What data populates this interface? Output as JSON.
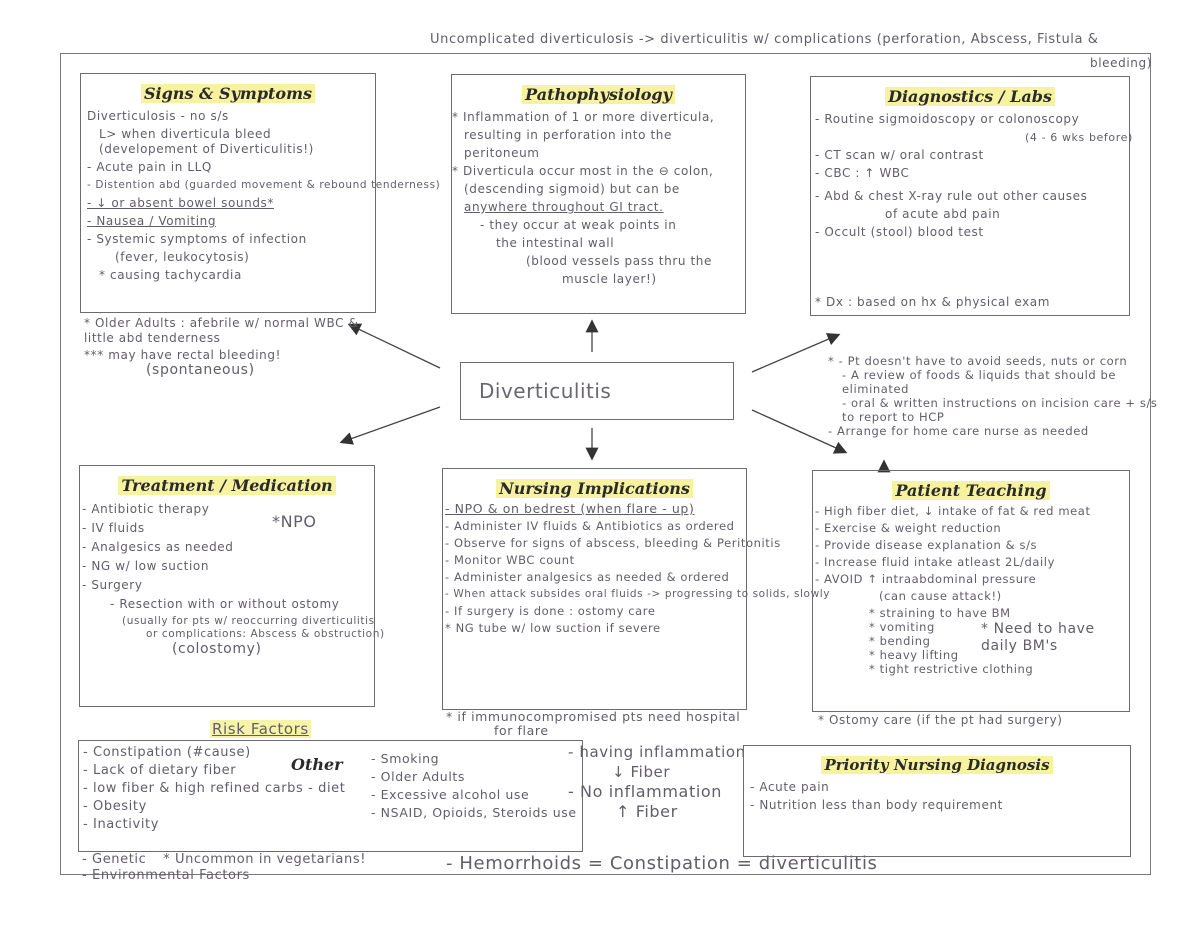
{
  "top_note": {
    "line1": "Uncomplicated diverticulosis -> diverticulitis w/ complications (perforation, Abscess, Fistula &",
    "line2": "bleeding)"
  },
  "center": {
    "label": "Diverticulitis"
  },
  "signs": {
    "title": "Signs & Symptoms",
    "lines": [
      "Diverticulosis - no s/s",
      "L> when diverticula bleed (developement of Diverticulitis!)",
      "- Acute pain in LLQ",
      "- Distention abd (guarded movement & rebound tenderness)",
      "- ↓ or absent bowel sounds*",
      "- Nausea / Vomiting",
      "- Systemic symptoms of infection",
      "(fever, leukocytosis)",
      "* causing tachycardia"
    ],
    "below": [
      "* Older Adults : afebrile w/ normal WBC & little abd tenderness",
      "*** may have rectal bleeding!",
      "(spontaneous)"
    ]
  },
  "patho": {
    "title": "Pathophysiology",
    "lines": [
      "* Inflammation of 1 or more diverticula,",
      "resulting in perforation into the",
      "peritoneum",
      "* Diverticula occur most in the ⊖ colon,",
      "(descending sigmoid) but can be",
      "anywhere throughout GI tract.",
      "- they occur at weak points in",
      "the intestinal wall",
      "(blood vessels pass thru the",
      "muscle layer!)"
    ]
  },
  "diag": {
    "title": "Diagnostics / Labs",
    "lines": [
      "- Routine sigmoidoscopy or colonoscopy",
      "(4 - 6 wks before)",
      "- CT scan w/ oral contrast",
      "- CBC : ↑ WBC",
      "- Abd & chest X-ray rule out other causes",
      "of acute abd pain",
      "- Occult (stool) blood test"
    ],
    "footer": "* Dx : based on hx & physical exam"
  },
  "teaching_notes": [
    "* - Pt doesn't have to avoid seeds, nuts or corn",
    "- A review of foods & liquids that should be eliminated",
    "- oral & written instructions on incision care + s/s to report to HCP",
    "- Arrange for home care nurse as needed"
  ],
  "treatment": {
    "title": "Treatment / Medication",
    "lines": [
      "- Antibiotic therapy",
      "- IV fluids",
      "- Analgesics as needed",
      "- NG w/ low suction",
      "- Surgery",
      "- Resection with or without ostomy",
      "(usually for pts w/ reoccurring diverticulitis",
      "or complications: Abscess & obstruction)",
      "(colostomy)"
    ],
    "npo": "*NPO"
  },
  "nursing": {
    "title": "Nursing Implications",
    "lines": [
      "- NPO & on bedrest (when flare - up)",
      "- Administer IV fluids & Antibiotics as ordered",
      "- Observe for signs of abscess, bleeding & Peritonitis",
      "- Monitor WBC count",
      "- Administer analgesics as needed & ordered",
      "- When attack subsides oral fluids -> progressing to solids, slowly",
      "- If surgery is done : ostomy care",
      "* NG tube w/ low suction if severe"
    ],
    "below": [
      "* if immunocompromised pts need hospital",
      "for flare"
    ]
  },
  "teaching": {
    "title": "Patient Teaching",
    "lines": [
      "- High fiber diet, ↓ intake of fat & red meat",
      "- Exercise & weight reduction",
      "- Provide disease explanation & s/s",
      "- Increase fluid intake atleast 2L/daily",
      "- AVOID ↑ intraabdominal pressure",
      "(can cause attack!)",
      "* straining to have BM",
      "* vomiting",
      "* bending",
      "* heavy lifting",
      "* tight restrictive clothing"
    ],
    "bm": "* Need to have daily BM's",
    "below": "* Ostomy care (if the pt had surgery)"
  },
  "risk": {
    "heading": "Risk Factors",
    "left": [
      "- Constipation (#cause)",
      "- Lack of dietary fiber",
      "- low fiber & high refined carbs - diet",
      "- Obesity",
      "- Inactivity"
    ],
    "other_label": "Other",
    "right": [
      "- Smoking",
      "- Older Adults",
      "- Excessive alcohol use",
      "- NSAID, Opioids, Steroids use"
    ],
    "outside": [
      "- Genetic",
      "* Uncommon in vegetarians!",
      "- Environmental Factors"
    ]
  },
  "fiber_notes": {
    "line1": "- having inflammation",
    "line2": "↓ Fiber",
    "line3": "- No inflammation",
    "line4": "↑ Fiber"
  },
  "hemorrhoids": "- Hemorrhoids = Constipation = diverticulitis",
  "priority": {
    "title": "Priority Nursing Diagnosis",
    "lines": [
      "- Acute pain",
      "- Nutrition less than body requirement"
    ]
  }
}
